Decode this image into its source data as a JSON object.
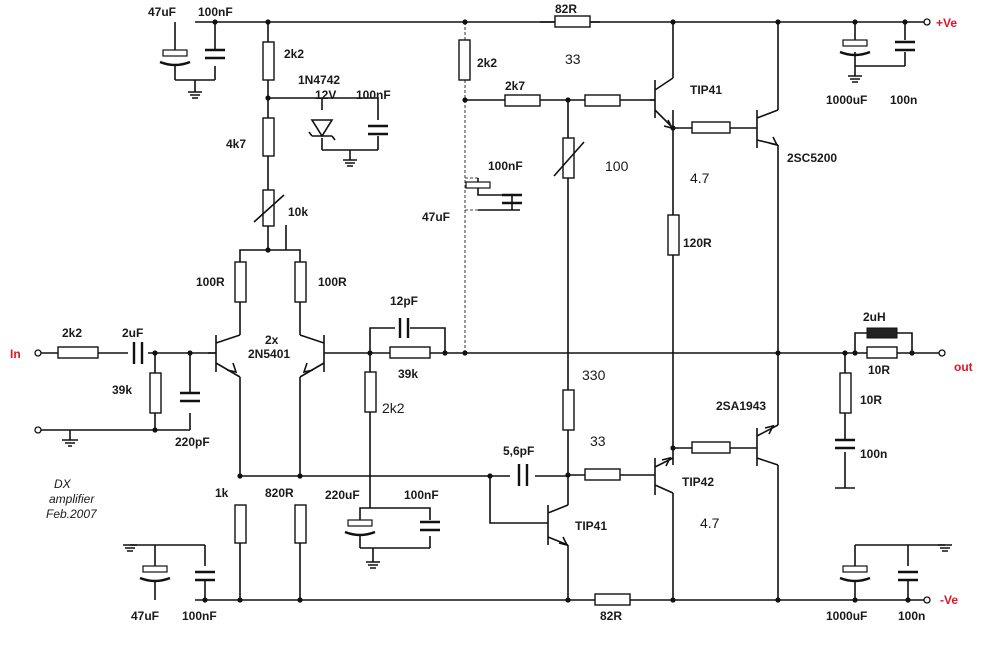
{
  "rails": {
    "pos": "+Ve",
    "neg": "-Ve",
    "input": "In",
    "output": "out"
  },
  "power_top": {
    "c_elec": "47uF",
    "c_film": "100nF"
  },
  "power_bottom": {
    "c_elec": "47uF",
    "c_film": "100nF"
  },
  "vas_bias": {
    "r1": "2k2",
    "r2": "4k7",
    "trim": "10k",
    "zener": "1N4742",
    "zener_v": "12V",
    "c": "100nF"
  },
  "ltp": {
    "r_left": "100R",
    "r_right": "100R",
    "pair_count": "2x",
    "pair": "2N5401",
    "r_tail_left": "1k",
    "r_tail_right": "820R"
  },
  "input_stage": {
    "r_in": "2k2",
    "c_in": "2uF",
    "r_bias": "39k",
    "c_filter": "220pF"
  },
  "feedback": {
    "c": "12pF",
    "r": "39k",
    "r_gnd": "2k2",
    "c_elec": "220uF",
    "c_film": "100nF"
  },
  "driver": {
    "r_top": "2k2",
    "r_mid": "2k7",
    "c_film": "100nF",
    "c_elec": "47uF",
    "r_base_top": "33",
    "trim": "100",
    "r_330": "330",
    "r_base_bot": "33",
    "c_comp": "5,6pF",
    "r_82_top": "82R",
    "r_82_bot": "82R",
    "r_120": "120R",
    "t_top": "TIP41",
    "t_bot": "TIP42",
    "t_vas": "TIP41"
  },
  "output_stage": {
    "r_top": "4.7",
    "r_bot": "4.7",
    "t_top": "2SC5200",
    "t_bot": "2SA1943",
    "l": "2uH",
    "r_l": "10R",
    "zobel_r": "10R",
    "zobel_c": "100n",
    "c_pos": "1000uF",
    "c_pos_film": "100n",
    "c_neg": "1000uF",
    "c_neg_film": "100n"
  },
  "caption": {
    "line1": "DX",
    "line2": "amplifier",
    "line3": "Feb.2007"
  }
}
